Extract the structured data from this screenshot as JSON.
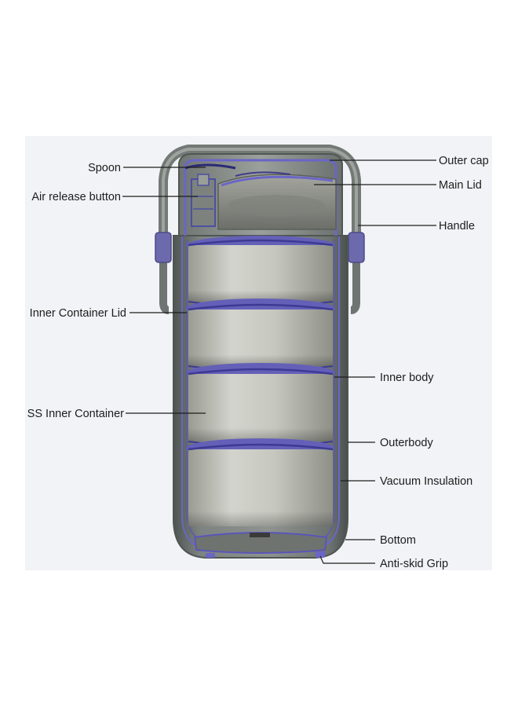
{
  "diagram": {
    "labels": {
      "spoon": "Spoon",
      "air_release_button": "Air release button",
      "inner_container_lid": "Inner Container Lid",
      "ss_inner_container": "SS Inner Container",
      "outer_cap": "Outer cap",
      "main_lid": "Main Lid",
      "handle": "Handle",
      "inner_body": "Inner body",
      "outerbody": "Outerbody",
      "vacuum_insulation": "Vacuum Insulation",
      "bottom": "Bottom",
      "anti_skid_grip": "Anti-skid Grip"
    },
    "colors": {
      "body_dark": "#5f6664",
      "body_mid": "#8a8f8b",
      "container_light": "#c9cac3",
      "accent_blue": "#6460b8",
      "panel_bg": "#f1f3f6"
    }
  }
}
